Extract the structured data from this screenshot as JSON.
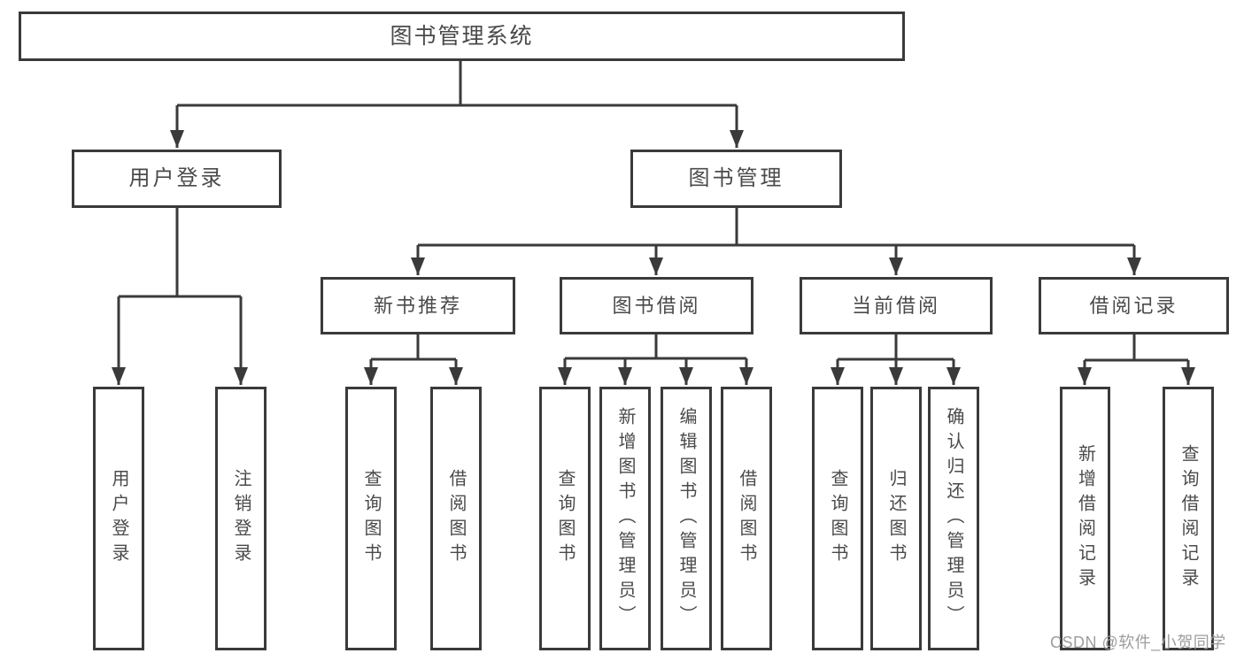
{
  "colors": {
    "background": "#ffffff",
    "line": "#3a3a3a",
    "box_border": "#3a3a3a",
    "box_fill": "#ffffff",
    "text": "#4a4a4a",
    "watermark": "#9d9d9d"
  },
  "diagram": {
    "root": "图书管理系统",
    "branches": [
      {
        "label": "用户登录",
        "children": [
          {
            "label": "用户登录"
          },
          {
            "label": "注销登录"
          }
        ]
      },
      {
        "label": "图书管理",
        "children": [
          {
            "label": "新书推荐",
            "children": [
              {
                "label": "查询图书"
              },
              {
                "label": "借阅图书"
              }
            ]
          },
          {
            "label": "图书借阅",
            "children": [
              {
                "label": "查询图书"
              },
              {
                "label": "新增图书（管理员）"
              },
              {
                "label": "编辑图书（管理员）"
              },
              {
                "label": "借阅图书"
              }
            ]
          },
          {
            "label": "当前借阅",
            "children": [
              {
                "label": "查询图书"
              },
              {
                "label": "归还图书"
              },
              {
                "label": "确认归还（管理员）"
              }
            ]
          },
          {
            "label": "借阅记录",
            "children": [
              {
                "label": "新增借阅记录"
              },
              {
                "label": "查询借阅记录"
              }
            ]
          }
        ]
      }
    ]
  },
  "watermark": "CSDN @软件_小贺同学"
}
